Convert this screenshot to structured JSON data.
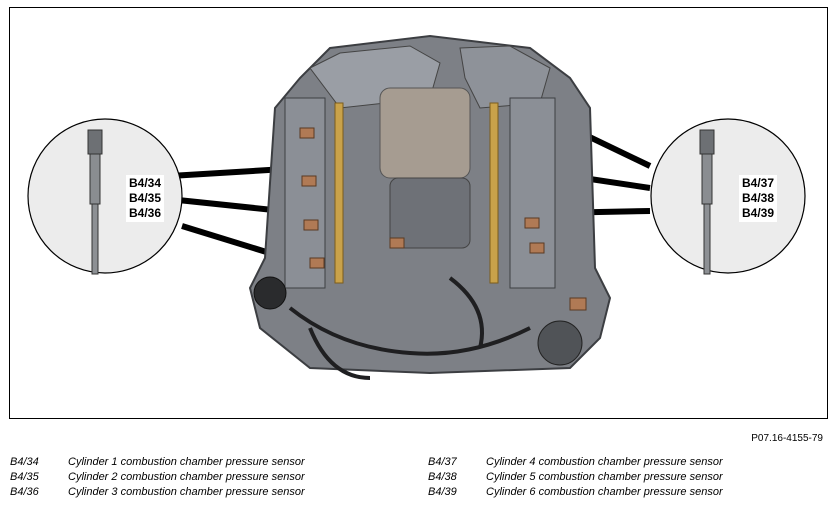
{
  "figure_reference": "P07.16-4155-79",
  "callouts": {
    "left": [
      "B4/34",
      "B4/35",
      "B4/36"
    ],
    "right": [
      "B4/37",
      "B4/38",
      "B4/39"
    ]
  },
  "legend": {
    "left": [
      {
        "code": "B4/34",
        "description": "Cylinder 1 combustion chamber pressure sensor"
      },
      {
        "code": "B4/35",
        "description": "Cylinder 2 combustion chamber pressure sensor"
      },
      {
        "code": "B4/36",
        "description": "Cylinder 3 combustion chamber pressure sensor"
      }
    ],
    "right": [
      {
        "code": "B4/37",
        "description": "Cylinder 4 combustion chamber pressure sensor"
      },
      {
        "code": "B4/38",
        "description": "Cylinder 5 combustion chamber pressure sensor"
      },
      {
        "code": "B4/39",
        "description": "Cylinder 6 combustion chamber pressure sensor"
      }
    ]
  }
}
